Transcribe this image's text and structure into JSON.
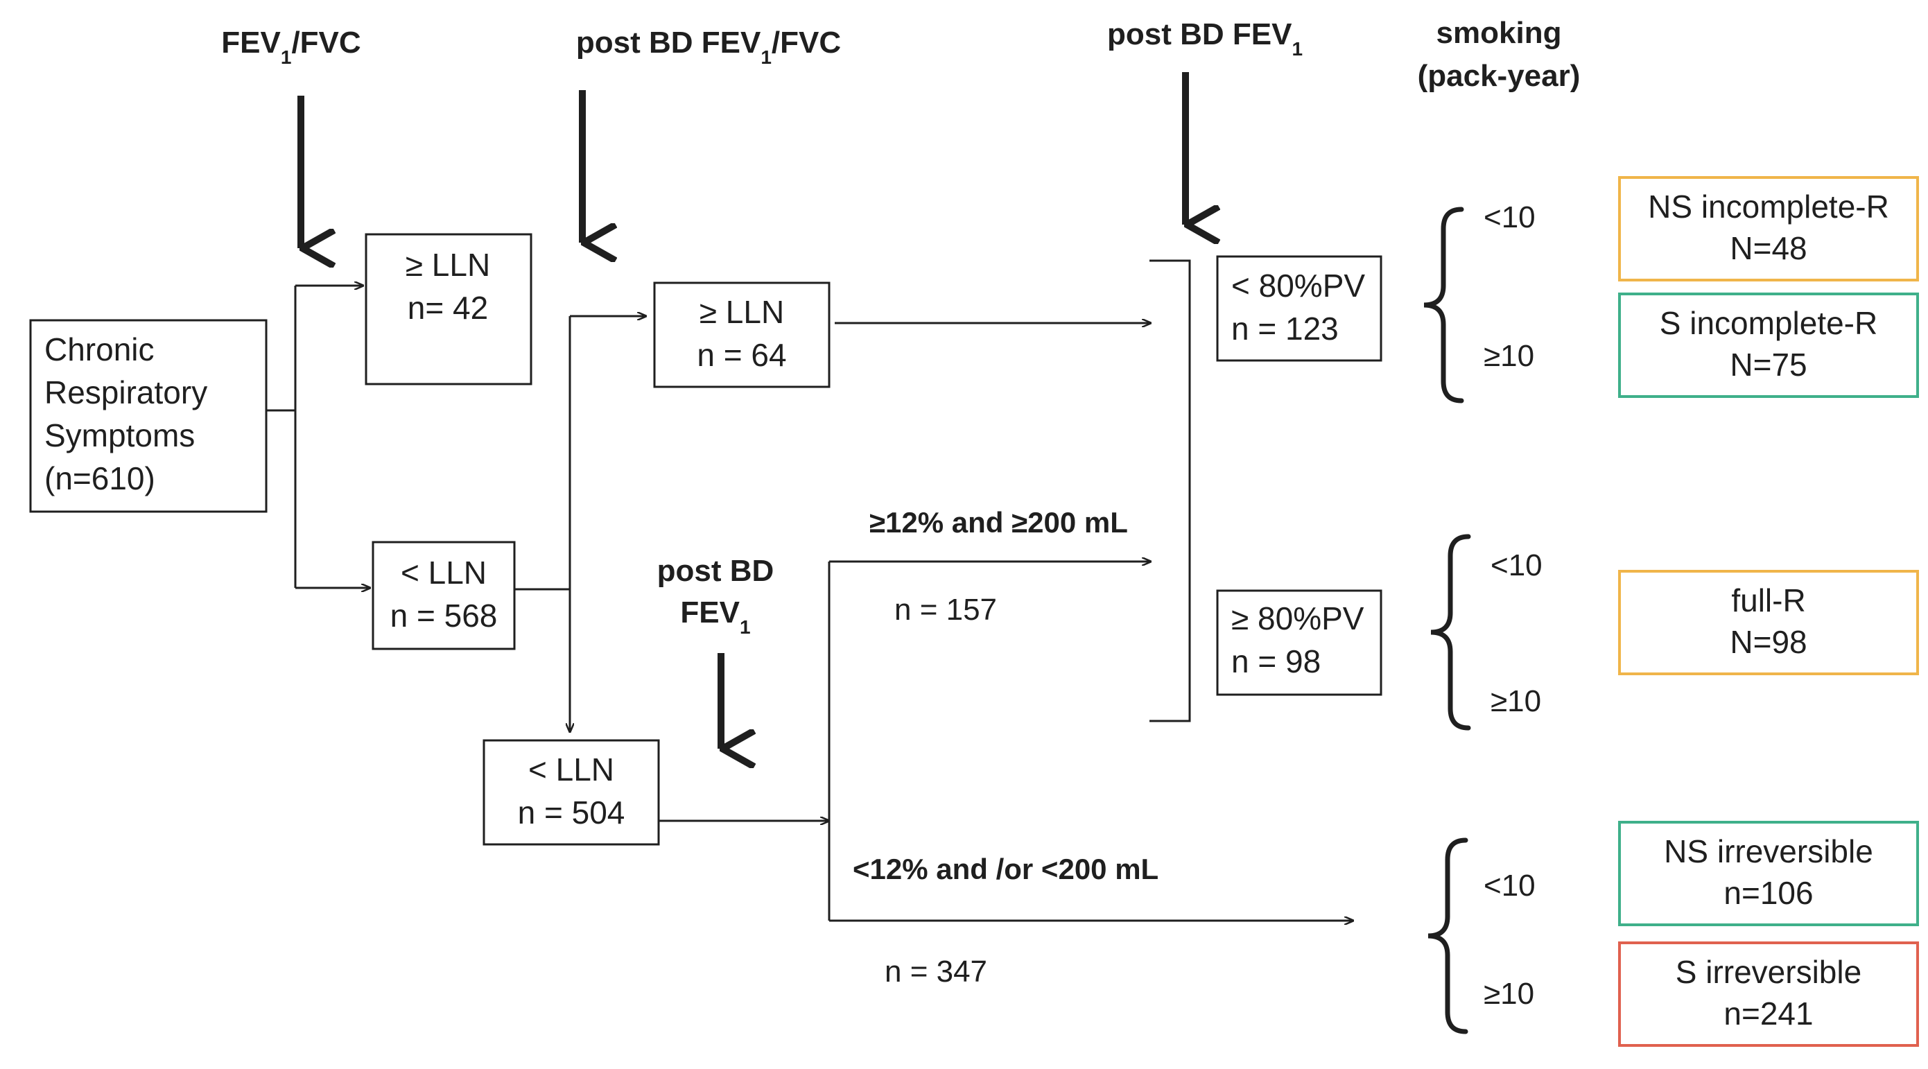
{
  "headers": {
    "fev1_fvc": "FEV1/FVC",
    "post_bd_fev1_fvc": "post BD FEV1/FVC",
    "post_bd_fev1_top": "post BD FEV1",
    "smoking_line1": "smoking",
    "smoking_line2": "(pack-year)",
    "post_bd_fev1_mid_line1": "post BD",
    "post_bd_fev1_mid_line2": "FEV1"
  },
  "boxes": {
    "chronic": [
      "Chronic",
      "Respiratory",
      "Symptoms",
      "(n=610)"
    ],
    "ge_lln_42": [
      "≥ LLN",
      "n= 42"
    ],
    "lt_lln_568": [
      "< LLN",
      "n = 568"
    ],
    "ge_lln_64": [
      "≥ LLN",
      "n = 64"
    ],
    "lt_lln_504": [
      "< LLN",
      "n = 504"
    ],
    "lt_80pv": [
      "< 80%PV",
      "n = 123"
    ],
    "ge_80pv": [
      "≥ 80%PV",
      "n = 98"
    ]
  },
  "branches": {
    "bd_pos": "≥12% and ≥200 mL",
    "bd_pos_n": "n = 157",
    "bd_neg": "<12% and /or <200 mL",
    "bd_neg_n": "n = 347"
  },
  "smoking": {
    "b1_lt": "<10",
    "b1_ge": "≥10",
    "b2_lt": "<10",
    "b2_ge": "≥10",
    "b3_lt": "<10",
    "b3_ge": "≥10"
  },
  "outcomes": {
    "ns_incomplete": [
      "NS incomplete-R",
      "N=48"
    ],
    "s_incomplete": [
      "S incomplete-R",
      "N=75"
    ],
    "full_r": [
      "full-R",
      "N=98"
    ],
    "ns_irreversible": [
      "NS irreversible",
      "n=106"
    ],
    "s_irreversible": [
      "S irreversible",
      "n=241"
    ]
  },
  "colors": {
    "line": "#1f1f1f",
    "orange_border": "#f0b54a",
    "green_border": "#3fb08a",
    "red_border": "#e0614f"
  }
}
